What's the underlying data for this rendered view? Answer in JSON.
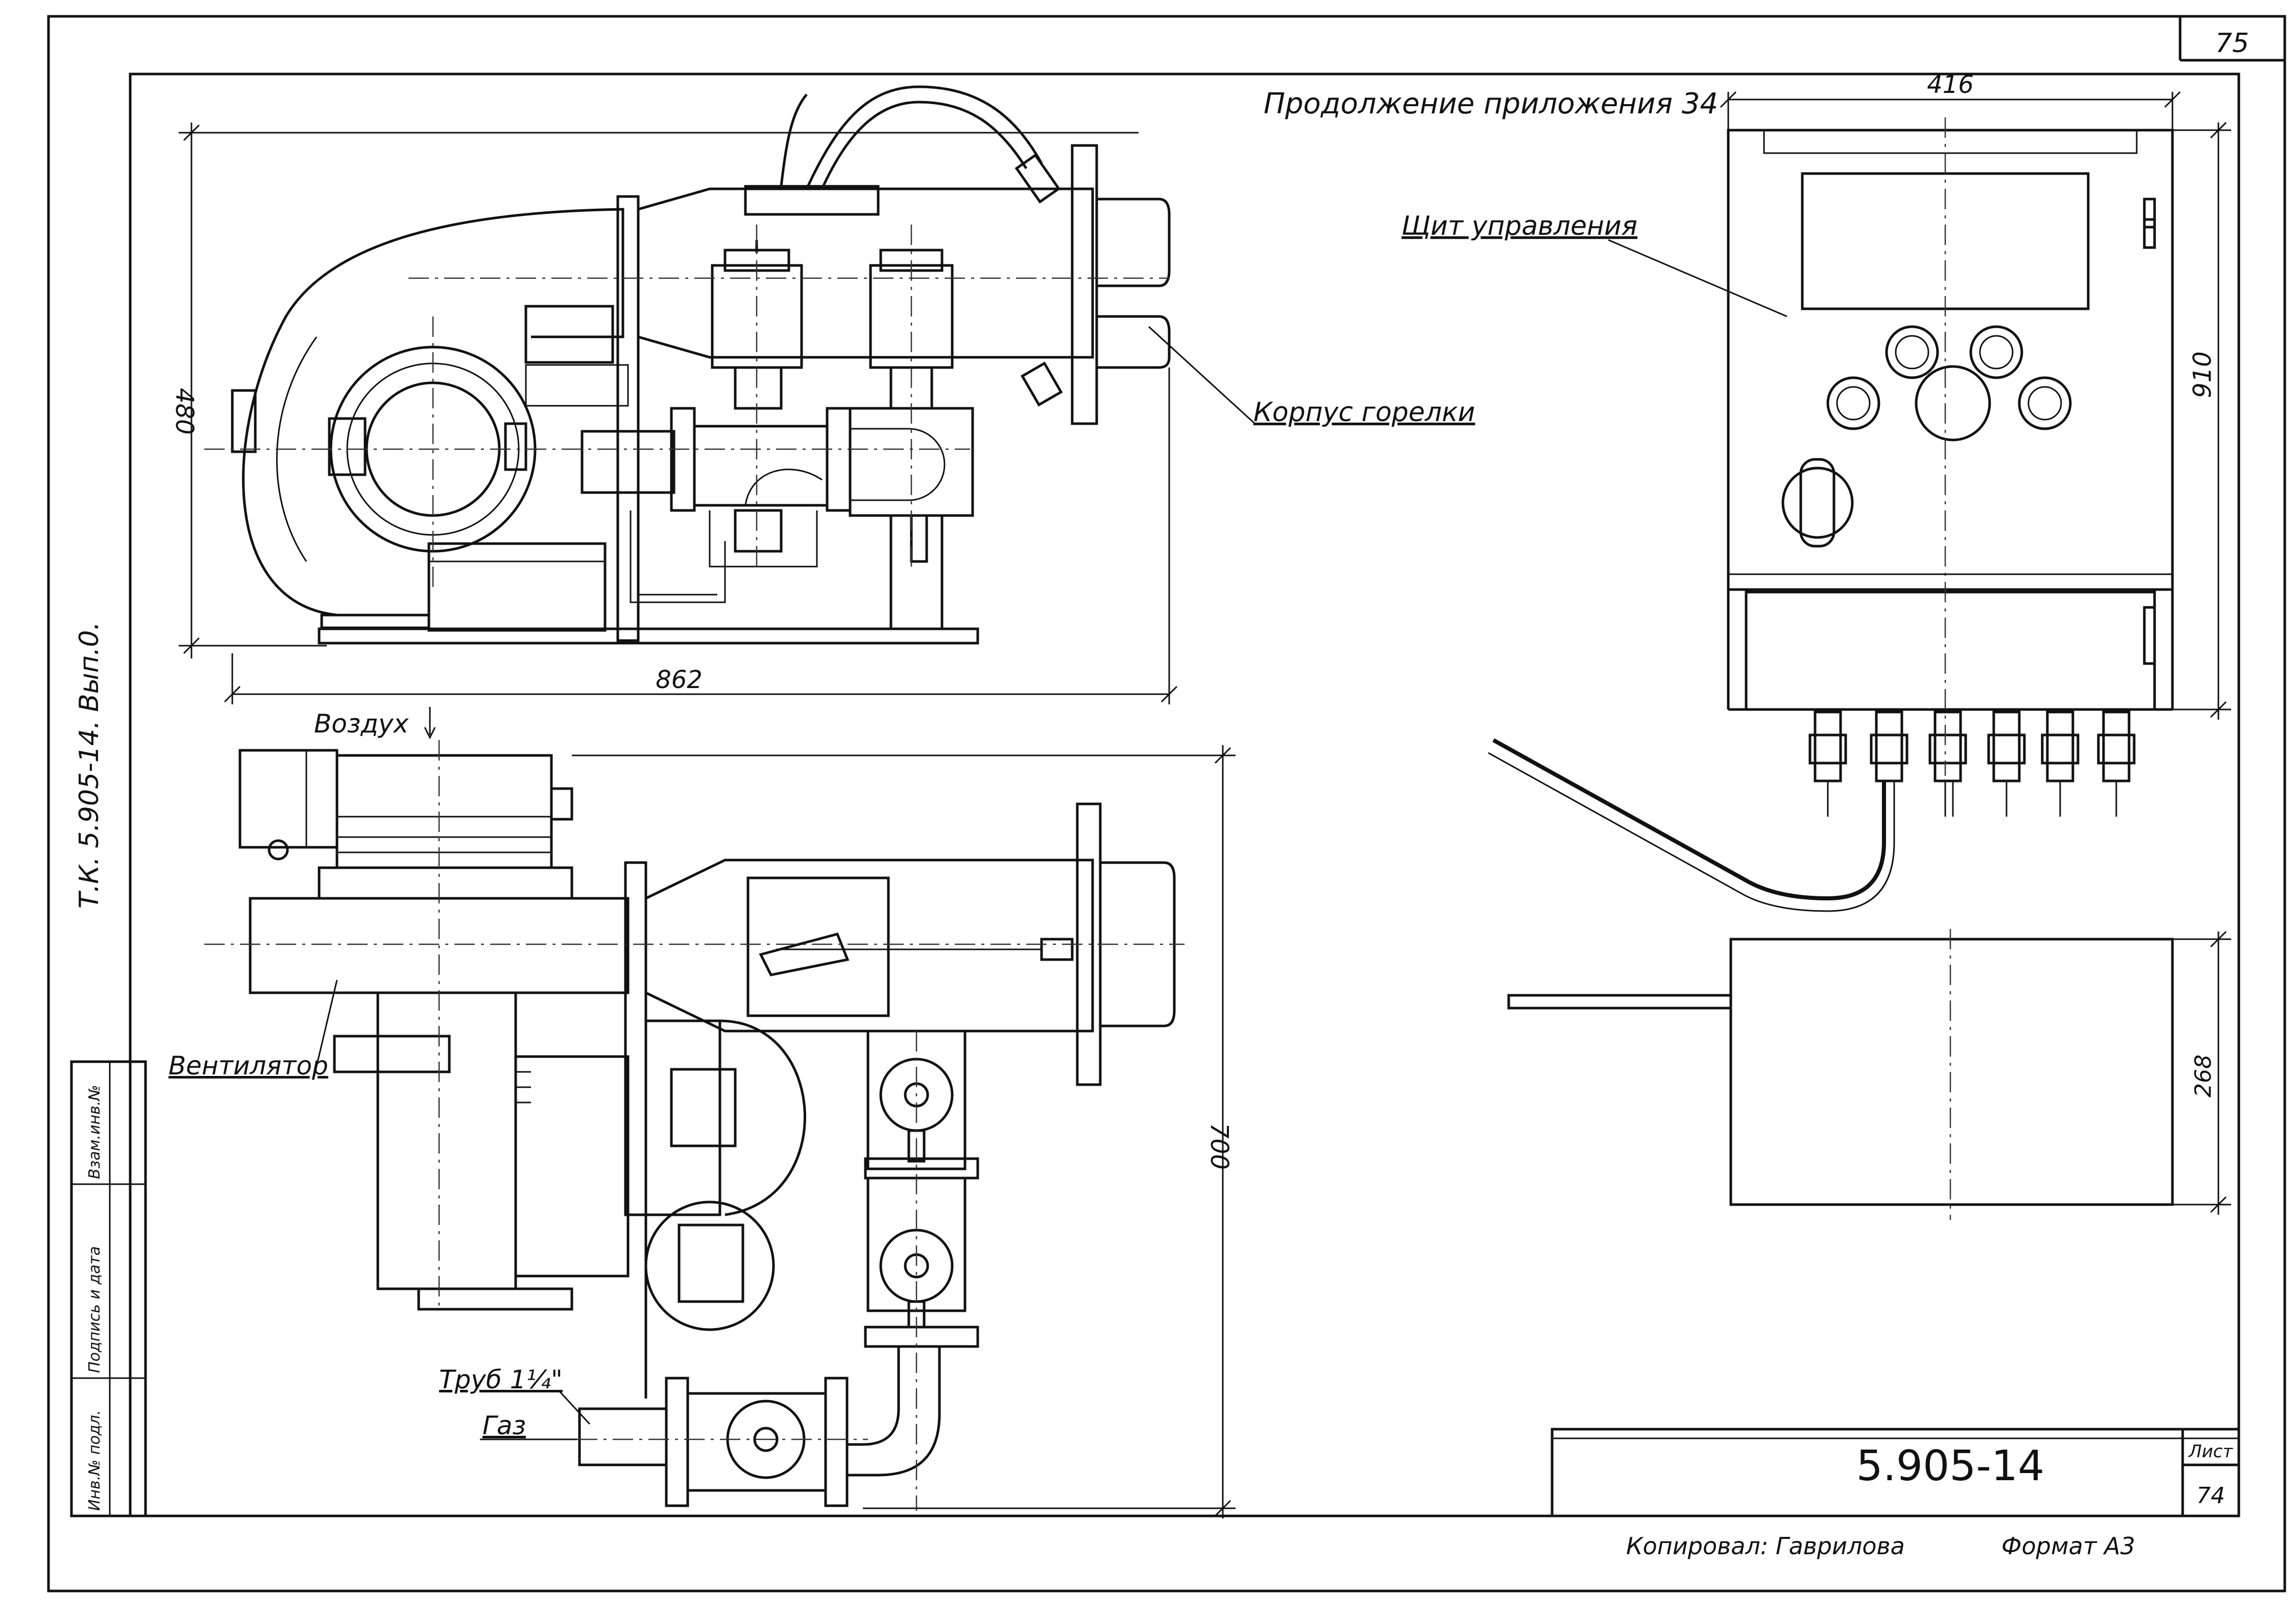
{
  "sheet": {
    "page_number": "75",
    "continuation_title": "Продолжение приложения 34",
    "side_code": "Т.К. 5.905-14. Вып.0.",
    "stamp_code": "5.905-14",
    "sheet_label": "Лист",
    "sheet_number": "74",
    "copied_by": "Копировал: Гаврилова",
    "format": "Формат А3",
    "margin_column": [
      "Взам.инв.№",
      "Подпись и дата",
      "Инв.№ подл."
    ]
  },
  "labels": {
    "control_panel": "Щит управления",
    "burner_body": "Корпус горелки",
    "air": "Воздух",
    "fan": "Вентилятор",
    "pipe": "Труб 1¼\"",
    "gas": "Газ"
  },
  "dimensions": {
    "burner_height": "480",
    "burner_length": "862",
    "plan_width": "700",
    "panel_width": "416",
    "panel_height": "910",
    "box_height": "268"
  }
}
